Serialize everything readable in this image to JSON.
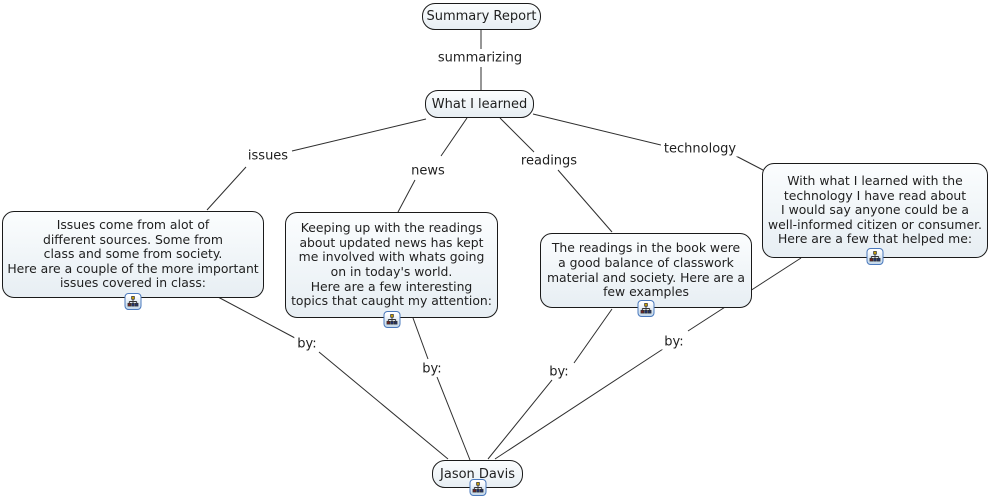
{
  "colors": {
    "background": "#ffffff",
    "node_fill_top": "#fbfdfe",
    "node_fill_bottom": "#e7eef3",
    "node_border": "#1a1a1a",
    "line": "#2e2e2e",
    "text": "#1f1f1f",
    "resource_icon_border": "#4a79bd"
  },
  "icons": {
    "resource_icon": "sitemap-icon"
  },
  "nodes": {
    "summary_report": {
      "label": "Summary Report"
    },
    "what_i_learned": {
      "label": "What I learned"
    },
    "jason_davis": {
      "label": "Jason Davis"
    },
    "issues": {
      "text": "Issues come from alot of\ndifferent sources. Some from\nclass and some from society.\nHere are a couple of the more important\nissues covered in class:"
    },
    "news": {
      "text": "Keeping up with the readings\nabout updated news has kept\nme involved with whats going\non in today's world.\nHere are a few interesting\ntopics that caught my attention:"
    },
    "readings": {
      "text": "The readings in the book were\na good balance of classwork\nmaterial and society. Here are a\nfew examples"
    },
    "technology": {
      "text": "With what I learned with the\ntechnology I have read about\nI would say anyone could be a\nwell-informed citizen or consumer.\nHere are a few that helped me:"
    }
  },
  "phrases": {
    "summarizing": "summarizing",
    "issues": "issues",
    "news": "news",
    "readings": "readings",
    "technology": "technology",
    "by_1": "by:",
    "by_2": "by:",
    "by_3": "by:",
    "by_4": "by:"
  },
  "edges": [
    [
      481,
      29,
      481,
      49
    ],
    [
      481,
      67,
      481,
      90
    ],
    [
      426,
      119,
      292,
      151
    ],
    [
      246,
      167,
      207,
      210
    ],
    [
      467,
      118,
      441,
      156
    ],
    [
      415,
      180,
      398,
      212
    ],
    [
      500,
      118,
      534,
      152
    ],
    [
      558,
      170,
      612,
      232
    ],
    [
      533,
      114,
      665,
      146
    ],
    [
      736,
      156,
      763,
      170
    ],
    [
      218,
      297,
      295,
      338
    ],
    [
      319,
      352,
      448,
      459
    ],
    [
      413,
      318,
      428,
      359
    ],
    [
      437,
      377,
      470,
      460
    ],
    [
      612,
      309,
      574,
      363
    ],
    [
      552,
      380,
      488,
      459
    ],
    [
      801,
      258,
      688,
      331
    ],
    [
      663,
      349,
      495,
      459
    ]
  ]
}
